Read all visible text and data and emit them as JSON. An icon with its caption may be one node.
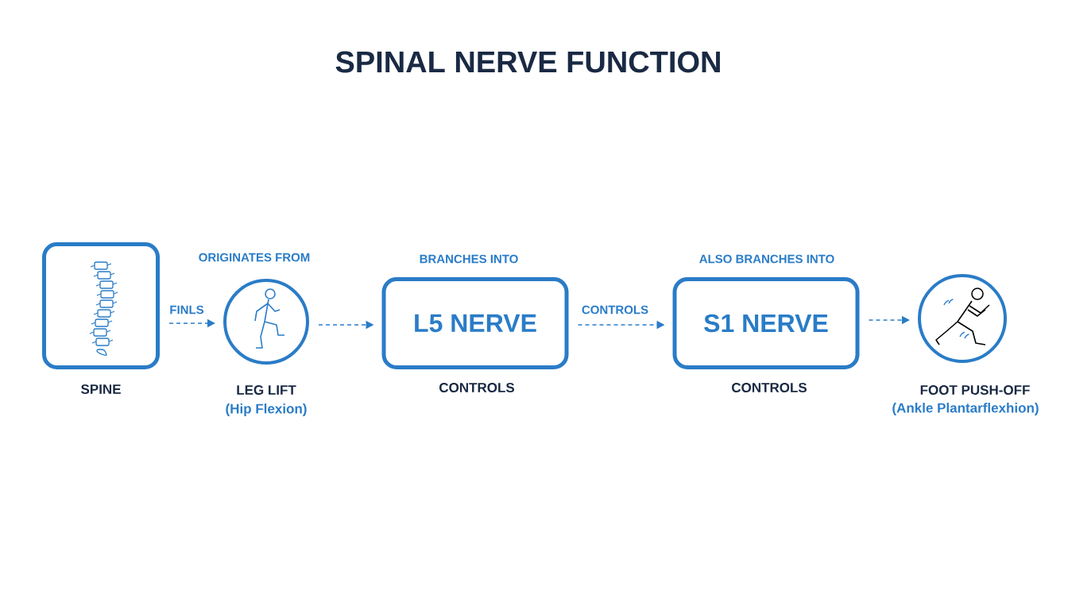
{
  "diagram": {
    "title": "SPINAL NERVE FUNCTION",
    "nodes": [
      {
        "text": [
          "SPINE"
        ]
      },
      {
        "text": [
          "LEG LIFT",
          "(Hip Flexion)"
        ],
        "beside": [
          "ORIGINATES FROM"
        ]
      },
      {
        "text": [
          "L5 NERVE"
        ],
        "beside": [
          "BRANCHES INTO",
          "CONTROLS"
        ]
      },
      {
        "text": [
          "S1 NERVE"
        ],
        "beside": [
          "ALSO BRANCHES INTO",
          "CONTROLS"
        ]
      },
      {
        "text": [
          "FOOT PUSH-OFF",
          "(Ankle Plantarflexhion)"
        ]
      }
    ],
    "edges": [
      {
        "from": 0,
        "to": 1,
        "arrow": "to",
        "style": "dashed",
        "label": "FINLS"
      },
      {
        "from": 1,
        "to": 2,
        "arrow": "to",
        "style": "dashed"
      },
      {
        "from": 2,
        "to": 3,
        "arrow": "to",
        "style": "dashed",
        "label": "CONTROLS"
      },
      {
        "from": 3,
        "to": 4,
        "arrow": "to",
        "style": "dashed"
      }
    ]
  }
}
